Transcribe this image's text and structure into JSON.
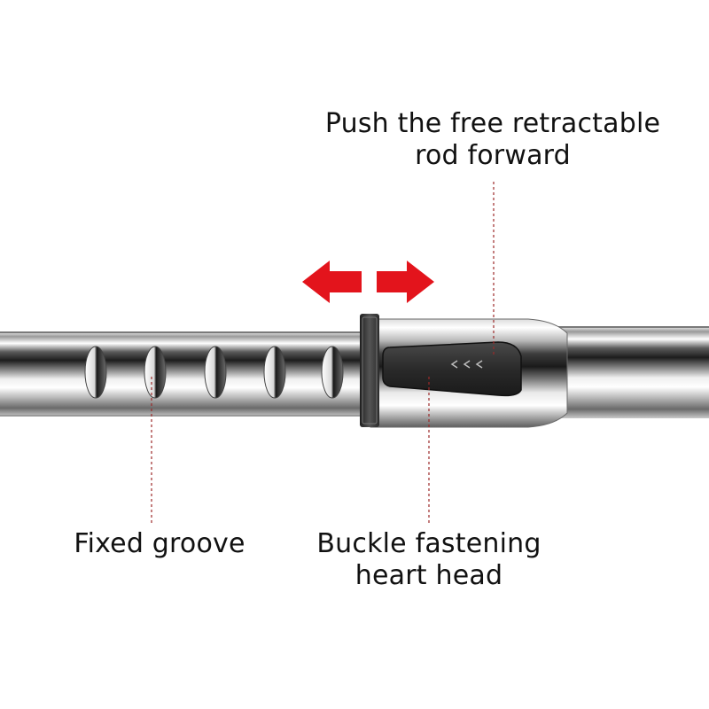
{
  "labels": {
    "push_line1": "Push the free retractable",
    "push_line2": "rod forward",
    "fixed_groove": "Fixed groove",
    "buckle_line1": "Buckle fastening",
    "buckle_line2": "heart head"
  },
  "colors": {
    "arrow": "#e3141c",
    "leader_line": "#9c2a2a",
    "text": "#111111",
    "collar": "#3a3a3a",
    "button": "#2d2d2d"
  },
  "icons": {
    "left_arrow": "arrow-left-icon",
    "right_arrow": "arrow-right-icon",
    "button_chevrons": "chevrons-left-icon"
  }
}
